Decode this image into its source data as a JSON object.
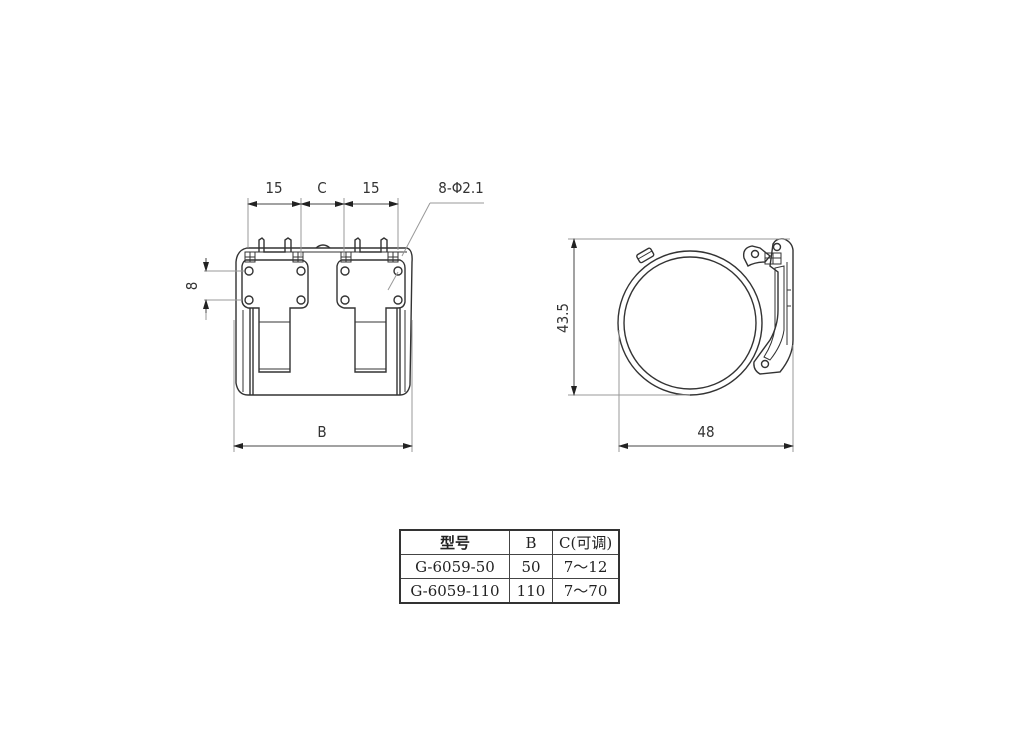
{
  "drawing": {
    "front_view": {
      "dimensions": {
        "hinge_width_left": "15",
        "gap": "C",
        "hinge_width_right": "15",
        "holes": "8-Φ2.1",
        "hole_spacing": "8",
        "overall_width": "B"
      }
    },
    "side_view": {
      "dimensions": {
        "height": "43.5",
        "width": "48"
      }
    }
  },
  "spec_table": {
    "headers": [
      "型号",
      "B",
      "C(可调)"
    ],
    "rows": [
      [
        "G-6059-50",
        "50",
        "7～12"
      ],
      [
        "G-6059-110",
        "110",
        "7～70"
      ]
    ]
  },
  "colors": {
    "line": "#333333",
    "dimension_line": "#888888",
    "background": "#ffffff"
  }
}
